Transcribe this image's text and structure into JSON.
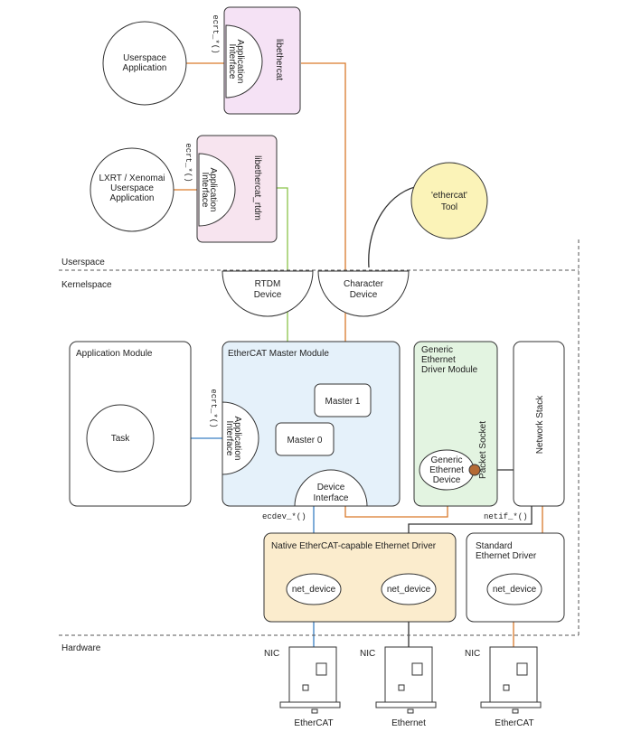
{
  "layers": {
    "userspace": "Userspace",
    "kernelspace": "Kernelspace",
    "hardware": "Hardware"
  },
  "nodes": {
    "userspace_app": [
      "Userspace",
      "Application"
    ],
    "lxrt_app": [
      "LXRT / Xenomai",
      "Userspace",
      "Application"
    ],
    "ethercat_tool": [
      "'ethercat'",
      "Tool"
    ],
    "libethercat": "libethercat",
    "libethercat_rtdm": "libethercat_rtdm",
    "app_interface_label": [
      "Application",
      "Interface"
    ],
    "ecrt_call": "ecrt_*()",
    "rtdm_device": [
      "RTDM",
      "Device"
    ],
    "char_device": [
      "Character",
      "Device"
    ],
    "app_module": "Application Module",
    "task": "Task",
    "master_module": "EtherCAT Master Module",
    "master1": "Master 1",
    "master0": "Master 0",
    "device_interface": [
      "Device",
      "Interface"
    ],
    "generic_module": [
      "Generic",
      "Ethernet",
      "Driver Module"
    ],
    "generic_device": [
      "Generic",
      "Ethernet",
      "Device"
    ],
    "packet_socket": "Packet Socket",
    "network_stack": "Network Stack",
    "ecdev_call": "ecdev_*()",
    "netif_call": "netif_*()",
    "native_driver": "Native EtherCAT-capable Ethernet Driver",
    "standard_driver": [
      "Standard",
      "Ethernet Driver"
    ],
    "net_device": "net_device"
  },
  "nics": [
    {
      "label": "NIC",
      "bottom": "EtherCAT",
      "color": "#3a7fc4"
    },
    {
      "label": "NIC",
      "bottom": "Ethernet",
      "color": "#222222"
    },
    {
      "label": "NIC",
      "bottom": "EtherCAT",
      "color": "#d97a2b"
    }
  ],
  "colors": {
    "lib_pink": "#f5e2f5",
    "lib_rtdm_pink": "#f7e4ef",
    "master_blue": "#e5f1fa",
    "generic_green": "#e3f4e1",
    "native_yellow": "#fbeccd",
    "line_orange": "#d97a2b",
    "line_blue": "#3a7fc4",
    "line_green": "#8bc34a"
  }
}
